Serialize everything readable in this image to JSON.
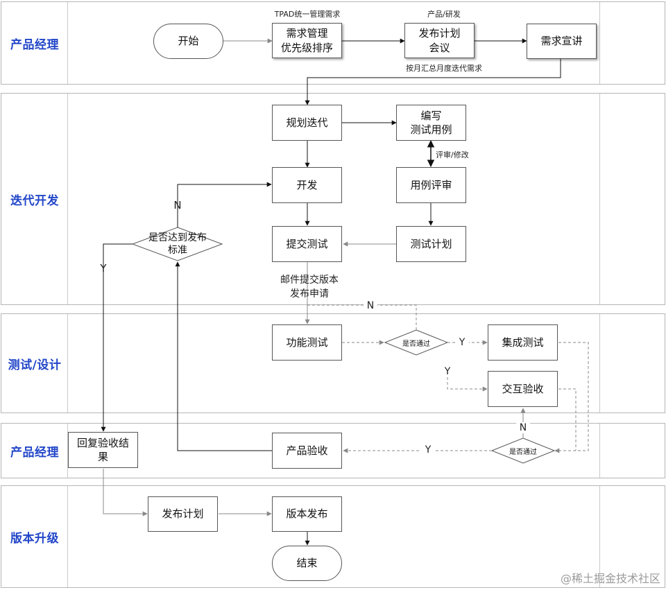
{
  "lanes": [
    {
      "label": "产品经理"
    },
    {
      "label": "迭代开发"
    },
    {
      "label": "测试/设计"
    },
    {
      "label": "产品经理"
    },
    {
      "label": "版本升级"
    }
  ],
  "nodes": {
    "start": "开始",
    "req_manage": "需求管理\n优先级排序",
    "release_meeting": "发布计划\n会议",
    "req_present": "需求宣讲",
    "plan_iter": "规划迭代",
    "write_cases": "编写\n测试用例",
    "develop": "开发",
    "case_review": "用例评审",
    "submit_test": "提交测试",
    "test_plan": "测试计划",
    "func_test": "功能测试",
    "integ_test": "集成测试",
    "interact_accept": "交互验收",
    "reply_accept": "回复验收结\n果",
    "product_accept": "产品验收",
    "release_plan": "发布计划",
    "version_release": "版本发布",
    "end": "结束"
  },
  "decisions": {
    "release_standard": "是否达到发布\n标准",
    "pass1": "是否通过",
    "pass2": "是否通过"
  },
  "annotations": {
    "tpad": "TPAD统一管理需求",
    "prod_dev": "产品/研发",
    "monthly": "按月汇总月度迭代需求",
    "review_modify": "评审/修改",
    "mail_submit": "邮件提交版本\n发布申请"
  },
  "edge_labels": {
    "n_top": "N",
    "y_left": "Y",
    "n_mid": "N",
    "y_pass1_right": "Y",
    "y_pass1_down": "Y",
    "n_pass2": "N",
    "y_pass2": "Y"
  },
  "watermark": "@稀土掘金技术社区"
}
